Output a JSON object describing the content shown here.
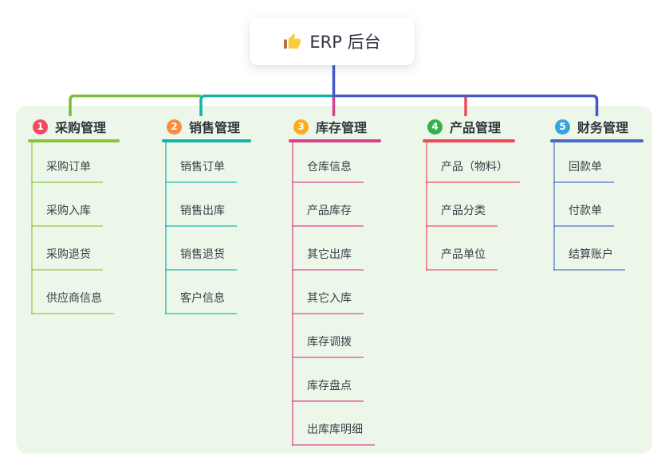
{
  "root": {
    "label": "ERP 后台",
    "icon": "thumbs-up"
  },
  "colors": {
    "page_bg": "#ffffff",
    "panel_bg": "#edf7e9",
    "root_text": "#2e3340",
    "thumb_hand": "#f9ce3e",
    "thumb_cuff": "#b5713f"
  },
  "connectors": {
    "trunk_color": "#4458cc",
    "segments": [
      {
        "name": "bus-green",
        "color": "#7fba40"
      },
      {
        "name": "bus-teal",
        "color": "#14b3a6"
      },
      {
        "name": "bus-blue",
        "color": "#4458cc"
      },
      {
        "name": "drop-pink",
        "color": "#d8418d"
      },
      {
        "name": "drop-red",
        "color": "#ee4a5d"
      }
    ]
  },
  "branches": [
    {
      "badge": "1",
      "label": "采购管理",
      "badge_color": "#f5495f",
      "line_color": "#8cc43f",
      "line_light": "#8cc43f99",
      "children": [
        "采购订单",
        "采购入库",
        "采购退货",
        "供应商信息"
      ]
    },
    {
      "badge": "2",
      "label": "销售管理",
      "badge_color": "#fb8b3e",
      "line_color": "#16b3a9",
      "line_light": "#16b3a999",
      "children": [
        "销售订单",
        "销售出库",
        "销售退货",
        "客户信息"
      ]
    },
    {
      "badge": "3",
      "label": "库存管理",
      "badge_color": "#fcab1c",
      "line_color": "#d8418d",
      "line_light": "#d8418d99",
      "children": [
        "仓库信息",
        "产品库存",
        "其它出库",
        "其它入库",
        "库存调拨",
        "库存盘点",
        "出库库明细"
      ]
    },
    {
      "badge": "4",
      "label": "产品管理",
      "badge_color": "#33b14d",
      "line_color": "#ee4a5d",
      "line_light": "#ee4a5d99",
      "children": [
        "产品（物料）",
        "产品分类",
        "产品单位"
      ]
    },
    {
      "badge": "5",
      "label": "财务管理",
      "badge_color": "#36a4dd",
      "line_color": "#4a69c9",
      "line_light": "#4a69c999",
      "children": [
        "回款单",
        "付款单",
        "结算账户"
      ]
    }
  ]
}
